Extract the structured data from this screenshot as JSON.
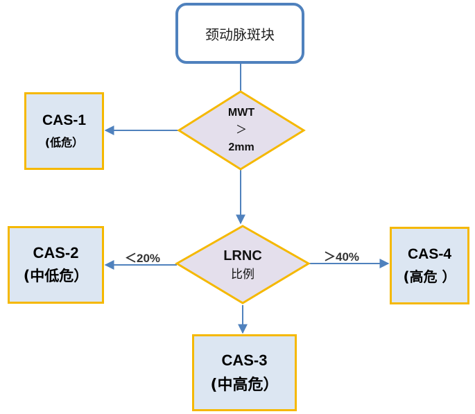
{
  "start": {
    "label": "颈动脉斑块"
  },
  "decision1": {
    "line1": "MWT",
    "line2": "＞",
    "line3": "2mm"
  },
  "decision2": {
    "line1": "LRNC",
    "line2": "比例"
  },
  "outcomes": {
    "cas1": {
      "name": "CAS-1",
      "risk": "(低危）"
    },
    "cas2": {
      "name": "CAS-2",
      "risk": "(中低危）"
    },
    "cas3": {
      "name": "CAS-3",
      "risk": "(中高危）"
    },
    "cas4": {
      "name": "CAS-4",
      "risk": "(高危 ）"
    }
  },
  "edges": {
    "left": "＜20%",
    "right": "＞40%"
  },
  "colors": {
    "box_fill": "#dce6f2",
    "box_border": "#f5b800",
    "diamond_fill": "#e4dfec",
    "start_border": "#4f81bd",
    "arrow": "#4f81bd"
  }
}
